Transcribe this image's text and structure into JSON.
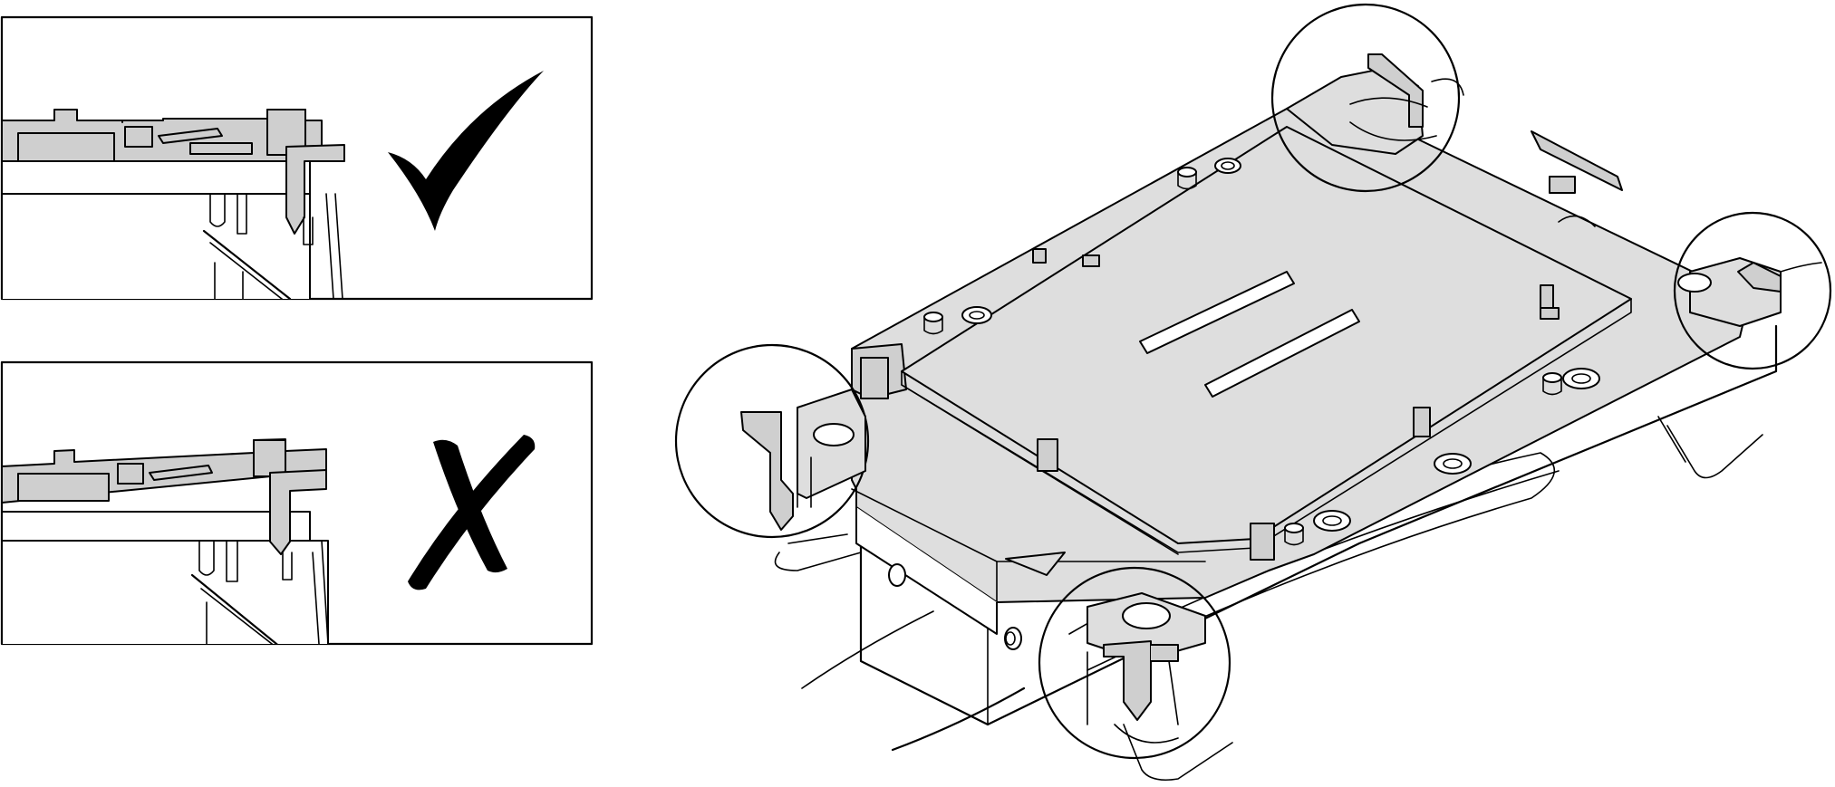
{
  "figure": {
    "panels": [
      {
        "id": "correct",
        "symbol": "checkmark-icon",
        "meaning": "correct"
      },
      {
        "id": "incorrect",
        "symbol": "x-mark-icon",
        "meaning": "incorrect"
      }
    ],
    "callout_count": 4,
    "colors": {
      "line": "#000000",
      "fill_gray": "#cfcfcf",
      "fill_light": "#dedede",
      "background": "#ffffff"
    }
  }
}
